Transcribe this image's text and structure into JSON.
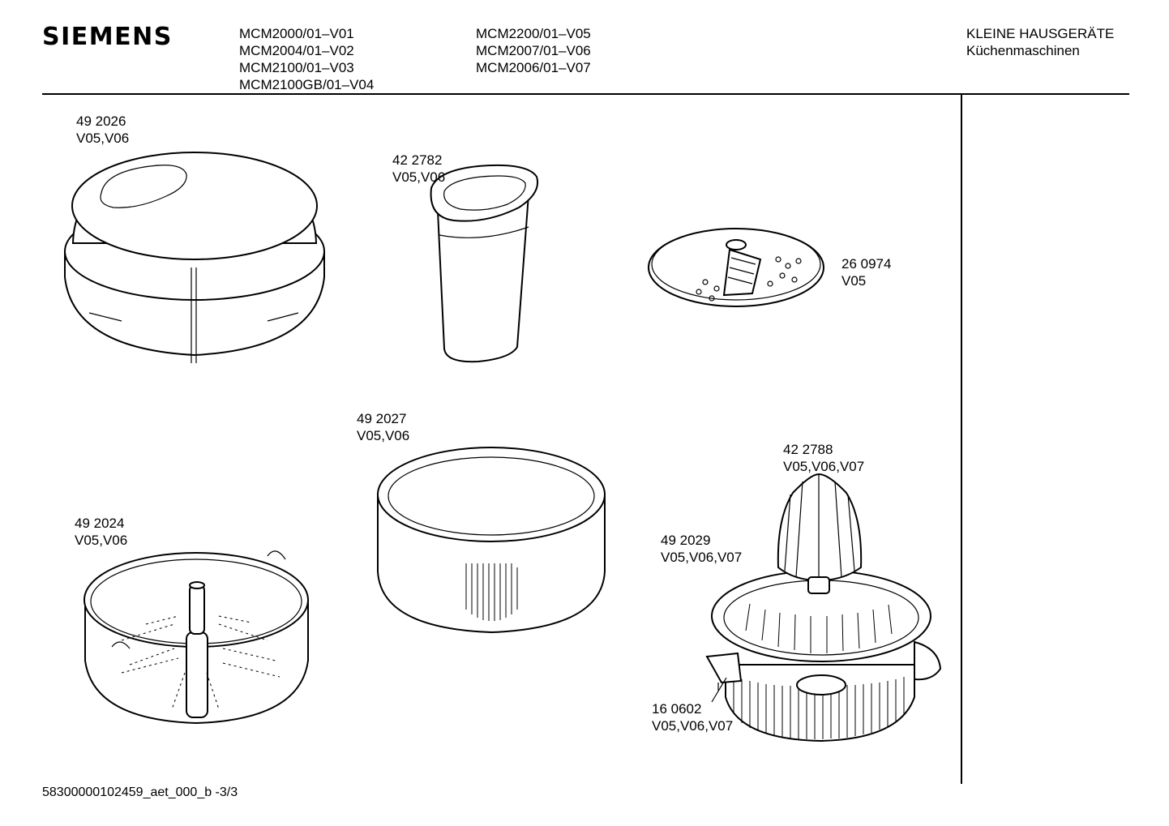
{
  "header": {
    "brand": "SIEMENS",
    "models_col1": [
      "MCM2000/01–V01",
      "MCM2004/01–V02",
      "MCM2100/01–V03",
      "MCM2100GB/01–V04"
    ],
    "models_col2": [
      "MCM2200/01–V05",
      "MCM2007/01–V06",
      "MCM2006/01–V07"
    ],
    "category": "KLEINE HAUSGERÄTE",
    "subcategory": "Küchenmaschinen"
  },
  "parts": [
    {
      "part_no": "49 2026",
      "variants": "V05,V06",
      "icon": "lid-icon"
    },
    {
      "part_no": "42 2782",
      "variants": "V05,V06",
      "icon": "pusher-icon"
    },
    {
      "part_no": "26 0974",
      "variants": "V05",
      "icon": "grater-disc-icon"
    },
    {
      "part_no": "49 2027",
      "variants": "V05,V06",
      "icon": "ring-icon"
    },
    {
      "part_no": "49 2024",
      "variants": "V05,V06",
      "icon": "basket-icon"
    },
    {
      "part_no": "42 2788",
      "variants": "V05,V06,V07",
      "icon": "juicer-cone-icon"
    },
    {
      "part_no": "49 2029",
      "variants": "V05,V06,V07",
      "icon": "juicer-bowl-icon"
    },
    {
      "part_no": "16 0602",
      "variants": "V05,V06,V07",
      "icon": "spout-icon"
    }
  ],
  "footer": {
    "doc_id": "58300000102459_aet_000_b -3/3"
  }
}
